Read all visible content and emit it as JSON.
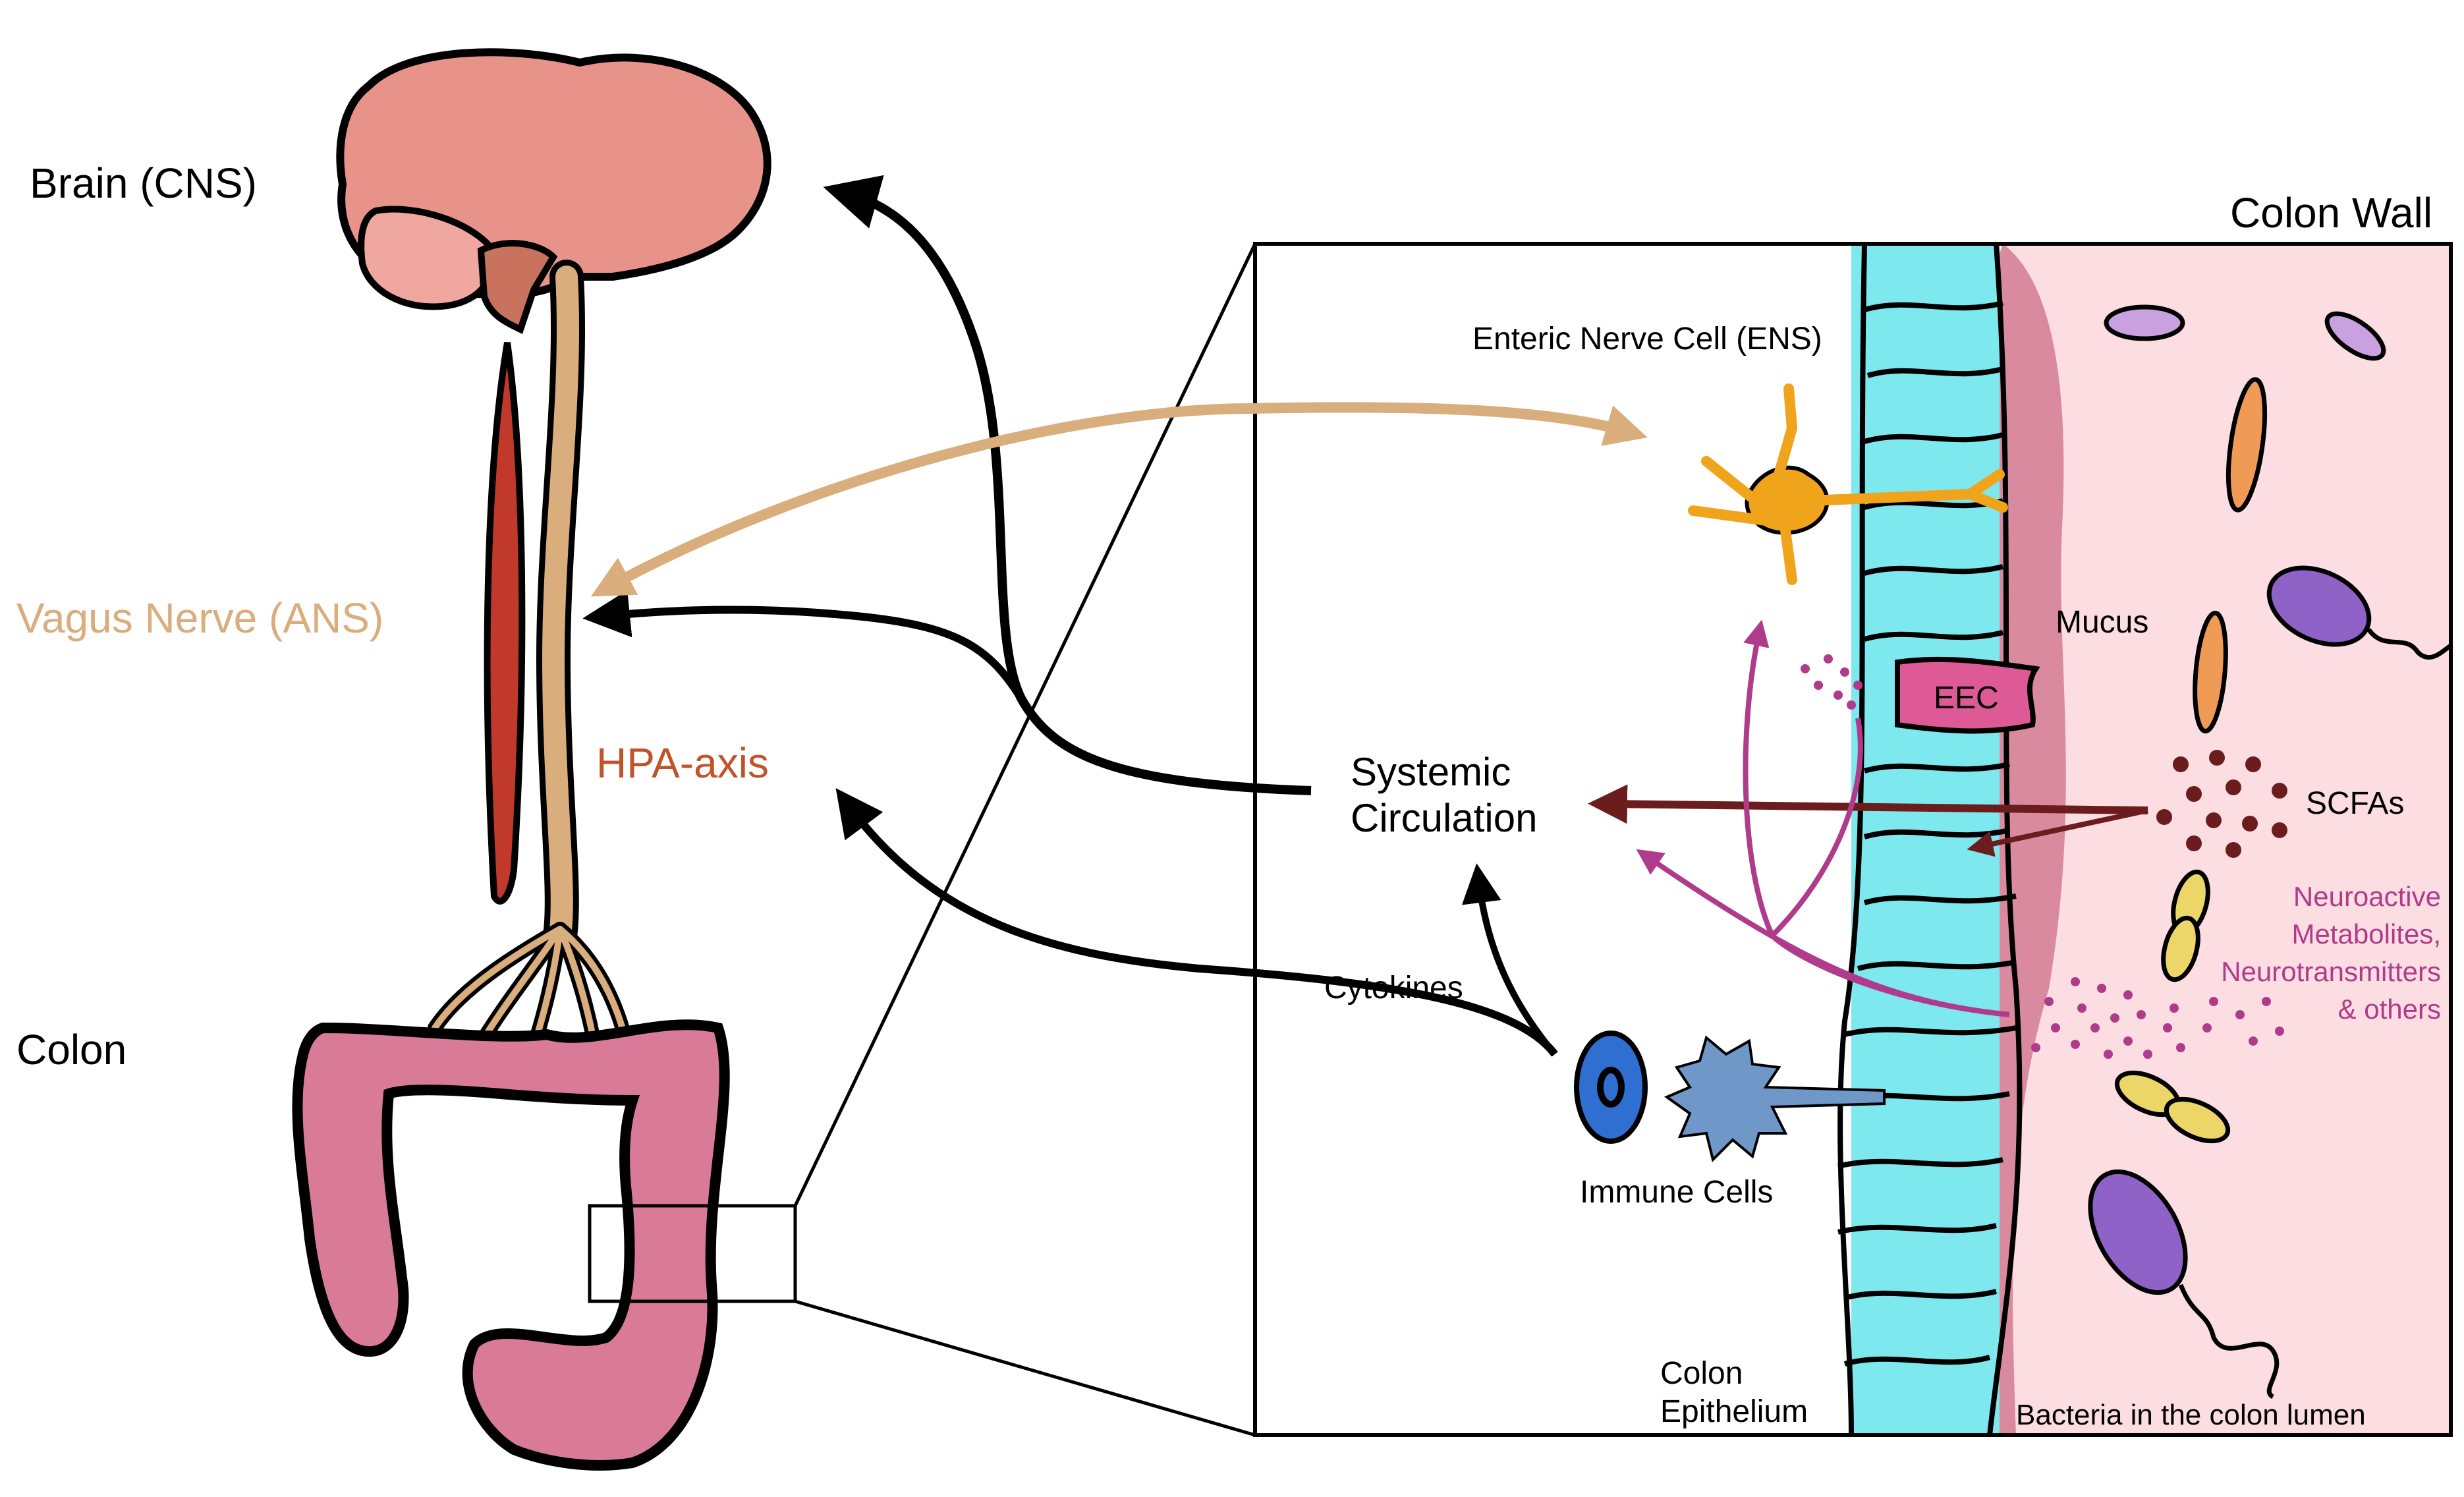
{
  "labels": {
    "brain": "Brain (CNS)",
    "vagus": "Vagus Nerve (ANS)",
    "hpa": "HPA-axis",
    "colon": "Colon",
    "colon_wall": "Colon Wall",
    "ens": "Enteric Nerve Cell (ENS)",
    "mucus": "Mucus",
    "eec": "EEC",
    "scfas": "SCFAs",
    "systemic_line1": "Systemic",
    "systemic_line2": "Circulation",
    "cytokines": "Cytokines",
    "immune": "Immune Cells",
    "neuro_line1": "Neuroactive",
    "neuro_line2": "Metabolites,",
    "neuro_line3": "Neurotransmitters",
    "neuro_line4": "& others",
    "epith_line1": "Colon",
    "epith_line2": "Epithelium",
    "bacteria": "Bacteria in the colon lumen"
  },
  "colors": {
    "brain": "#e8938a",
    "cerebellum": "#efa79f",
    "brainstem": "#c9735e",
    "nerve": "#d9ad7c",
    "muscle": "#c0392b",
    "colon": "#d97b98",
    "epithelium": "#7ee8ef",
    "mucus": "#d98a9f",
    "lumen": "#fbdde2",
    "eec": "#dd5a96",
    "neuron": "#f0a41c",
    "immune_blue": "#2f6fd1",
    "dendritic": "#6f98c9",
    "scfa": "#6b1d1d",
    "neuroactive": "#b03b8b",
    "vagus_text": "#d9ad7c",
    "hpa_text": "#c0532a",
    "bacteria_purple": "#8e62c6",
    "bacteria_lilac": "#c9a0e0",
    "bacteria_orange": "#ef9a55",
    "bacteria_yellow": "#ecd667",
    "arrow": "#000000"
  },
  "icons": [
    "brain-icon",
    "cerebellum-icon",
    "spinal-cord-icon",
    "vagus-muscle-icon",
    "colon-icon",
    "enteric-neuron-icon",
    "eec-cell-icon",
    "immune-cell-icon",
    "dendritic-cell-icon",
    "bacteria-icons"
  ]
}
